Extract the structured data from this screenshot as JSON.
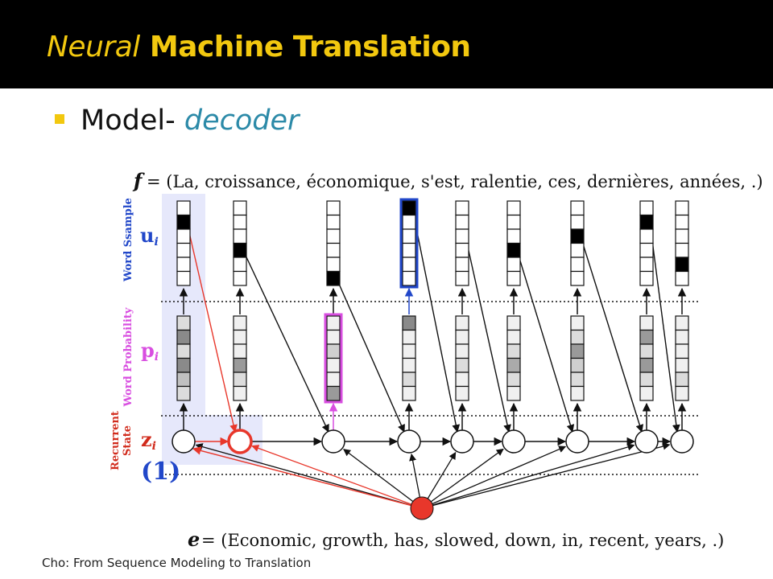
{
  "slide": {
    "title_italic": "Neural",
    "title_bold": "Machine Translation",
    "bullet_prefix": "Model-",
    "bullet_accent": "decoder",
    "caption": "Cho: From Sequence Modeling to Translation"
  },
  "diagram": {
    "f_label": "f",
    "f_text": "= (La, croissance, économique, s'est, ralentie, ces, dernières, années, .)",
    "e_label": "e",
    "e_text": "= (Economic, growth, has, slowed, down, in, recent, years, .)",
    "row_label_sample": "Word Ssample",
    "row_label_prob": "Word Probability",
    "row_label_state_1": "Recurrent",
    "row_label_state_2": "State",
    "u_label": "u",
    "u_sub": "i",
    "p_label": "p",
    "p_sub": "i",
    "z_label": "z",
    "z_sub": "i",
    "step_marker": "(1)"
  },
  "colors": {
    "title": "#f2c80f",
    "accent": "#2c8aa8",
    "blue_label": "#2147c9",
    "pink_label": "#d84ee0",
    "red_label": "#d12b1c",
    "red_node": "#e8372b",
    "highlight": "#e6e8fb"
  }
}
